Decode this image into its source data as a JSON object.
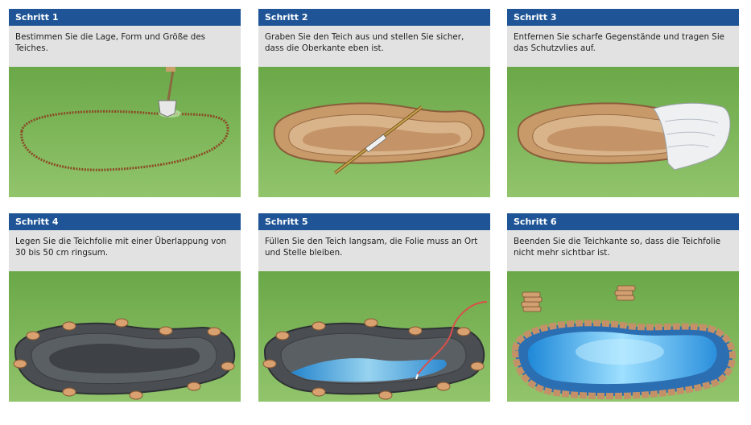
{
  "steps": [
    {
      "label": "Schritt 1",
      "text": "Bestimmen Sie die Lage, Form und Größe des Teiches."
    },
    {
      "label": "Schritt 2",
      "text": "Graben Sie den Teich aus und stellen Sie sicher, dass die Oberkante eben ist."
    },
    {
      "label": "Schritt 3",
      "text": "Entfernen Sie scharfe Gegenstände und tragen Sie das Schutzvlies auf."
    },
    {
      "label": "Schritt 4",
      "text": "Legen Sie die Teichfolie mit einer Überlappung von 30 bis 50 cm ringsum."
    },
    {
      "label": "Schritt 5",
      "text": "Füllen Sie den Teich langsam, die Folie muss an Ort und Stelle bleiben."
    },
    {
      "label": "Schritt 6",
      "text": "Beenden Sie die Teichkante so, dass die Teichfolie nicht mehr sichtbar ist."
    }
  ],
  "colors": {
    "header": "#1f5596",
    "text_bg": "#e2e2e2",
    "grass": "#7fb65a"
  }
}
